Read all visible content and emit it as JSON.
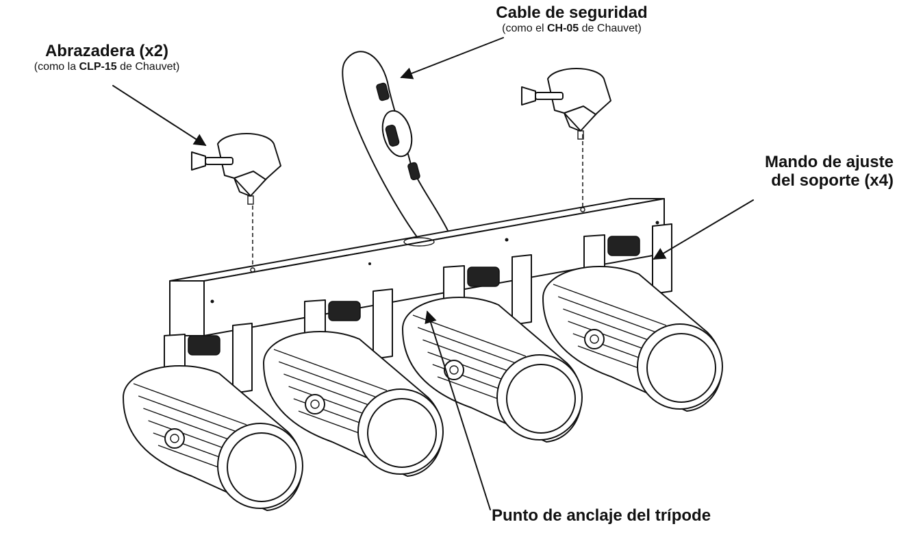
{
  "labels": {
    "clamp": {
      "title": "Abrazadera (x2)",
      "sub_pre": "(como la ",
      "sub_bold": "CLP-15",
      "sub_post": " de Chauvet)"
    },
    "cable": {
      "title": "Cable de seguridad",
      "sub_pre": "(como el ",
      "sub_bold": "CH-05",
      "sub_post": " de Chauvet)"
    },
    "knob": {
      "line1": "Mando de ajuste",
      "line2": "del soporte (x4)"
    },
    "anchor": {
      "title": "Punto de anclaje del trípode"
    }
  },
  "fixture_count": 4,
  "clamp_count": 2
}
